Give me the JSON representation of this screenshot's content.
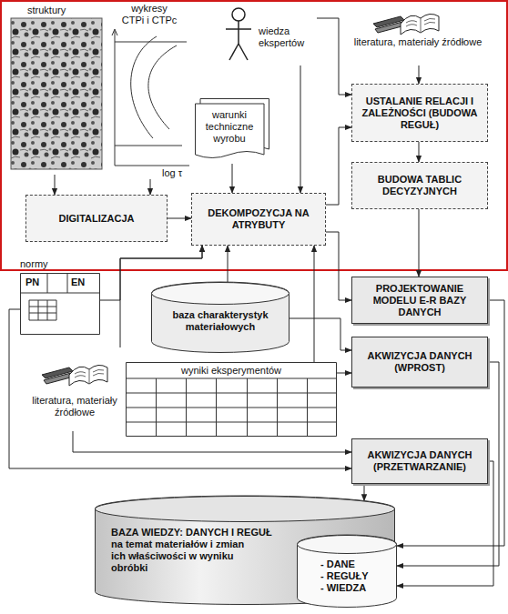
{
  "diagram": {
    "nodes": [
      {
        "text": [
          "struktury"
        ]
      },
      {
        "text": [
          "wykresy CTPi i CTPc"
        ]
      },
      {
        "text": [
          "wiedza ekspertów"
        ]
      },
      {
        "text": [
          "literatura, materiały źródłowe"
        ]
      },
      {
        "text": [
          "warunki techniczne wyrobu"
        ]
      },
      {
        "text": [
          "USTALANIE RELACJI I ZALEŻNOŚCI (BUDOWA REGUŁ)"
        ]
      },
      {
        "text": [
          "DIGITALIZACJA"
        ]
      },
      {
        "text": [
          "DEKOMPOZYCJA NA ATRYBUTY"
        ]
      },
      {
        "text": [
          "BUDOWA TABLIC DECYZYJNYCH"
        ]
      },
      {
        "text": [
          "PROJEKTOWANIE MODELU E-R BAZY DANYCH"
        ]
      },
      {
        "text": [
          "normy",
          "PN",
          "EN"
        ]
      },
      {
        "text": [
          "baza charakterystyk materiałowych"
        ]
      },
      {
        "text": [
          "AKWIZYCJA DANYCH (WPROST)"
        ]
      },
      {
        "text": [
          "wyniki eksperymentów"
        ]
      },
      {
        "text": [
          "literatura, materiały źródłowe"
        ]
      },
      {
        "text": [
          "AKWIZYCJA DANYCH (PRZETWARZANIE)"
        ]
      },
      {
        "text": [
          "BAZA WIEDZY: DANYCH I REGUŁ",
          "na temat materiałów i zmian ich właściwości w wyniku obróbki"
        ]
      },
      {
        "text": [
          "- DANE",
          "- REGUŁY",
          "- WIEDZA"
        ]
      }
    ],
    "edges": [
      {
        "from": 0,
        "to": 6,
        "arrow": "to"
      },
      {
        "from": 1,
        "to": 6,
        "arrow": "to"
      },
      {
        "from": 6,
        "to": 7,
        "arrow": "to"
      },
      {
        "from": 4,
        "to": 7,
        "arrow": "to"
      },
      {
        "from": 2,
        "to": 7,
        "arrow": "to"
      },
      {
        "from": 2,
        "to": 5,
        "arrow": "to"
      },
      {
        "from": 3,
        "to": 5,
        "arrow": "to"
      },
      {
        "from": 7,
        "to": 5,
        "arrow": "to"
      },
      {
        "from": 5,
        "to": 8,
        "arrow": "to"
      },
      {
        "from": 7,
        "to": 9,
        "arrow": "to"
      },
      {
        "from": 8,
        "to": 9,
        "arrow": "to"
      },
      {
        "from": 10,
        "to": 7,
        "arrow": "to"
      },
      {
        "from": 11,
        "to": 7,
        "arrow": "to"
      },
      {
        "from": 14,
        "to": 7,
        "arrow": "to"
      },
      {
        "from": 11,
        "to": 12,
        "arrow": "to"
      },
      {
        "from": 13,
        "to": 12,
        "arrow": "to"
      },
      {
        "from": 13,
        "to": 7,
        "arrow": "to"
      },
      {
        "from": 10,
        "to": 15,
        "arrow": "to"
      },
      {
        "from": 14,
        "to": 15,
        "arrow": "to"
      },
      {
        "from": 15,
        "to": 16,
        "arrow": "to"
      },
      {
        "from": 9,
        "to": 17,
        "arrow": "to"
      },
      {
        "from": 12,
        "to": 17,
        "arrow": "to"
      },
      {
        "from": 15,
        "to": 17,
        "arrow": "to"
      }
    ],
    "labels": [
      "log τ"
    ]
  }
}
